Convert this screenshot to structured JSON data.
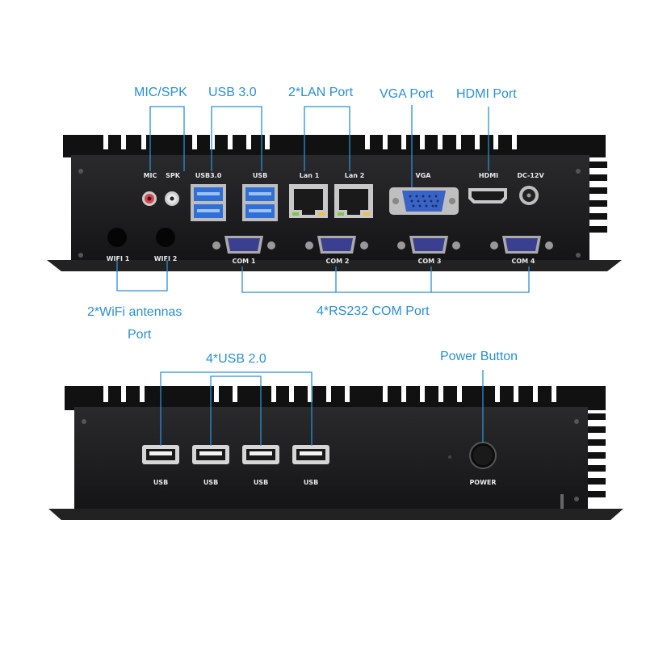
{
  "top_panel": {
    "callouts": {
      "mic_spk": "MIC/SPK",
      "usb30": "USB 3.0",
      "lan": "2*LAN Port",
      "vga": "VGA Port",
      "hdmi": "HDMI Port",
      "wifi_line1": "2*WiFi antennas",
      "wifi_line2": "Port",
      "com": "4*RS232 COM Port"
    },
    "labels": {
      "mic": "MIC",
      "spk": "SPK",
      "usb30": "USB3.0",
      "usb": "USB",
      "lan1": "Lan 1",
      "lan2": "Lan 2",
      "vga": "VGA",
      "hdmi": "HDMI",
      "dc": "DC-12V",
      "wifi1": "WIFI 1",
      "wifi2": "WIFI 2",
      "com1": "COM 1",
      "com2": "COM 2",
      "com3": "COM 3",
      "com4": "COM 4"
    }
  },
  "bottom_panel": {
    "callouts": {
      "usb20": "4*USB 2.0",
      "power": "Power Button"
    },
    "labels": {
      "usb1": "USB",
      "usb2": "USB",
      "usb3": "USB",
      "usb4": "USB",
      "power": "POWER"
    }
  },
  "colors": {
    "callout_text": "#2a8fd6",
    "callout_line": "#2a8fd6",
    "chassis": "#1c1c1e",
    "fins": "#141414",
    "usb3_blue": "#2f6fd6",
    "vga_blue": "#3a63c8"
  }
}
